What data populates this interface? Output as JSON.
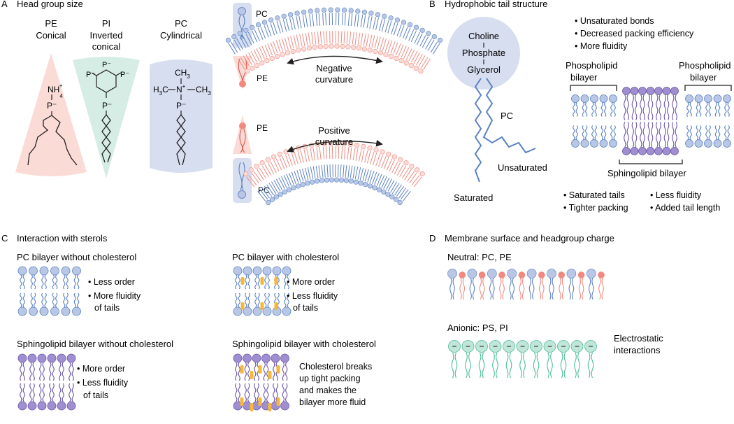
{
  "panelA": {
    "letter": "A",
    "title": "Head group size",
    "pe": {
      "name": "PE",
      "shape": "Conical",
      "head": "NH",
      "charge": "+",
      "sub": "4",
      "p": "P⁻"
    },
    "pi": {
      "name": "PI",
      "shape1": "Inverted",
      "shape2": "conical",
      "p": "P⁻"
    },
    "pc": {
      "name": "PC",
      "shape": "Cylindrical",
      "ch3": "CH",
      "sub": "3",
      "h3c": "H",
      "n": "N",
      "p": "P⁻"
    },
    "labels": {
      "pc": "PC",
      "pe": "PE"
    },
    "negative": [
      "Negative",
      "curvature"
    ],
    "positive": [
      "Positive",
      "curvature"
    ]
  },
  "panelB": {
    "letter": "B",
    "title": "Hydrophobic tail structure",
    "head": [
      "Choline",
      "Phosphate",
      "Glycerol"
    ],
    "pc": "PC",
    "saturated": "Saturated",
    "unsaturated": "Unsaturated",
    "bullets_top": [
      "Unsaturated bonds",
      "Decreased packing efficiency",
      "More fluidity"
    ],
    "phospholipid": [
      "Phospholipid",
      "bilayer"
    ],
    "sphingolipid": "Sphingolipid bilayer",
    "bullets_left": [
      "Saturated tails",
      "Tighter packing"
    ],
    "bullets_right": [
      "Less fluidity",
      "Added tail length"
    ]
  },
  "panelC": {
    "letter": "C",
    "title": "Interaction with sterols",
    "pc_without": "PC bilayer without cholesterol",
    "pc_without_bullets": [
      [
        "Less order"
      ],
      [
        "More fluidity",
        "of tails"
      ]
    ],
    "pc_with": "PC bilayer with cholesterol",
    "pc_with_bullets": [
      [
        "More order"
      ],
      [
        "Less fluidity",
        "of tails"
      ]
    ],
    "sph_without": "Sphingolipid bilayer without cholesterol",
    "sph_without_bullets": [
      [
        "More order"
      ],
      [
        "Less fluidity",
        "of tails"
      ]
    ],
    "sph_with": "Sphingolipid bilayer with cholesterol",
    "sph_with_text": [
      "Cholesterol breaks",
      "up tight packing",
      "and makes the",
      "bilayer more fluid"
    ]
  },
  "panelD": {
    "letter": "D",
    "title": "Membrane surface and headgroup charge",
    "neutral": "Neutral: PC, PE",
    "anionic": "Anionic: PS, PI",
    "electro": [
      "Electrostatic",
      "interactions"
    ],
    "minus": "−"
  },
  "colors": {
    "pc": "#b9c7e6",
    "pc_dark": "#6f88c4",
    "pe": "#f08a80",
    "pe_fill": "#fadbd6",
    "pi_fill": "#d5ede4",
    "sph": "#9f8fd0",
    "sph_dark": "#6b55a8",
    "chol": "#f5b935",
    "anion": "#bfe6d8",
    "anion_line": "#4dbe95",
    "chain": "#5b82c2",
    "cyl": "#d7def0"
  }
}
